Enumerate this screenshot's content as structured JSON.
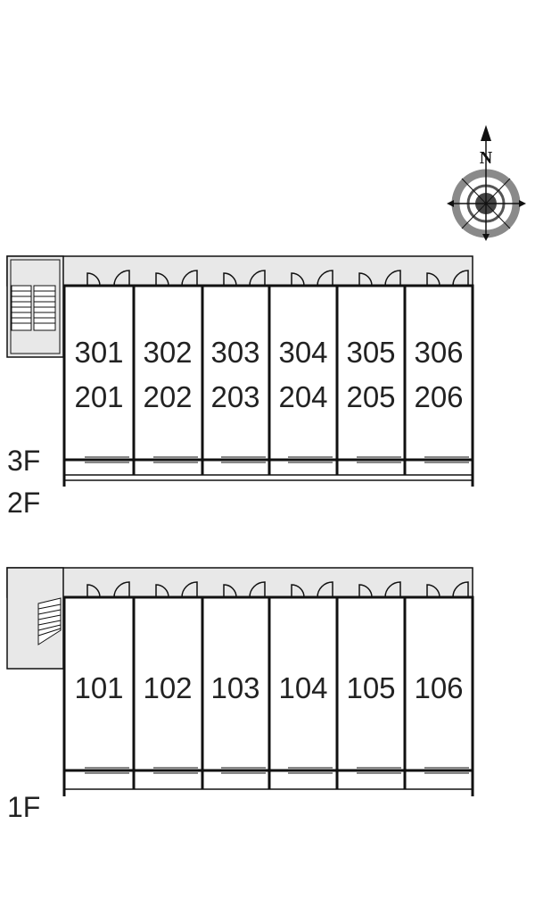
{
  "compass": {
    "north_label": "N",
    "icon": "compass-rose-icon"
  },
  "upper_block": {
    "floor_labels": [
      "3F",
      "2F"
    ],
    "units": [
      {
        "top": "301",
        "bottom": "201"
      },
      {
        "top": "302",
        "bottom": "202"
      },
      {
        "top": "303",
        "bottom": "203"
      },
      {
        "top": "304",
        "bottom": "204"
      },
      {
        "top": "305",
        "bottom": "205"
      },
      {
        "top": "306",
        "bottom": "206"
      }
    ]
  },
  "lower_block": {
    "floor_labels": [
      "1F"
    ],
    "units": [
      {
        "top": "101"
      },
      {
        "top": "102"
      },
      {
        "top": "103"
      },
      {
        "top": "104"
      },
      {
        "top": "105"
      },
      {
        "top": "106"
      }
    ]
  },
  "colors": {
    "corridor": "#e8e8e8",
    "wall": "#111111",
    "compass_ring": "#8a8a8a"
  }
}
